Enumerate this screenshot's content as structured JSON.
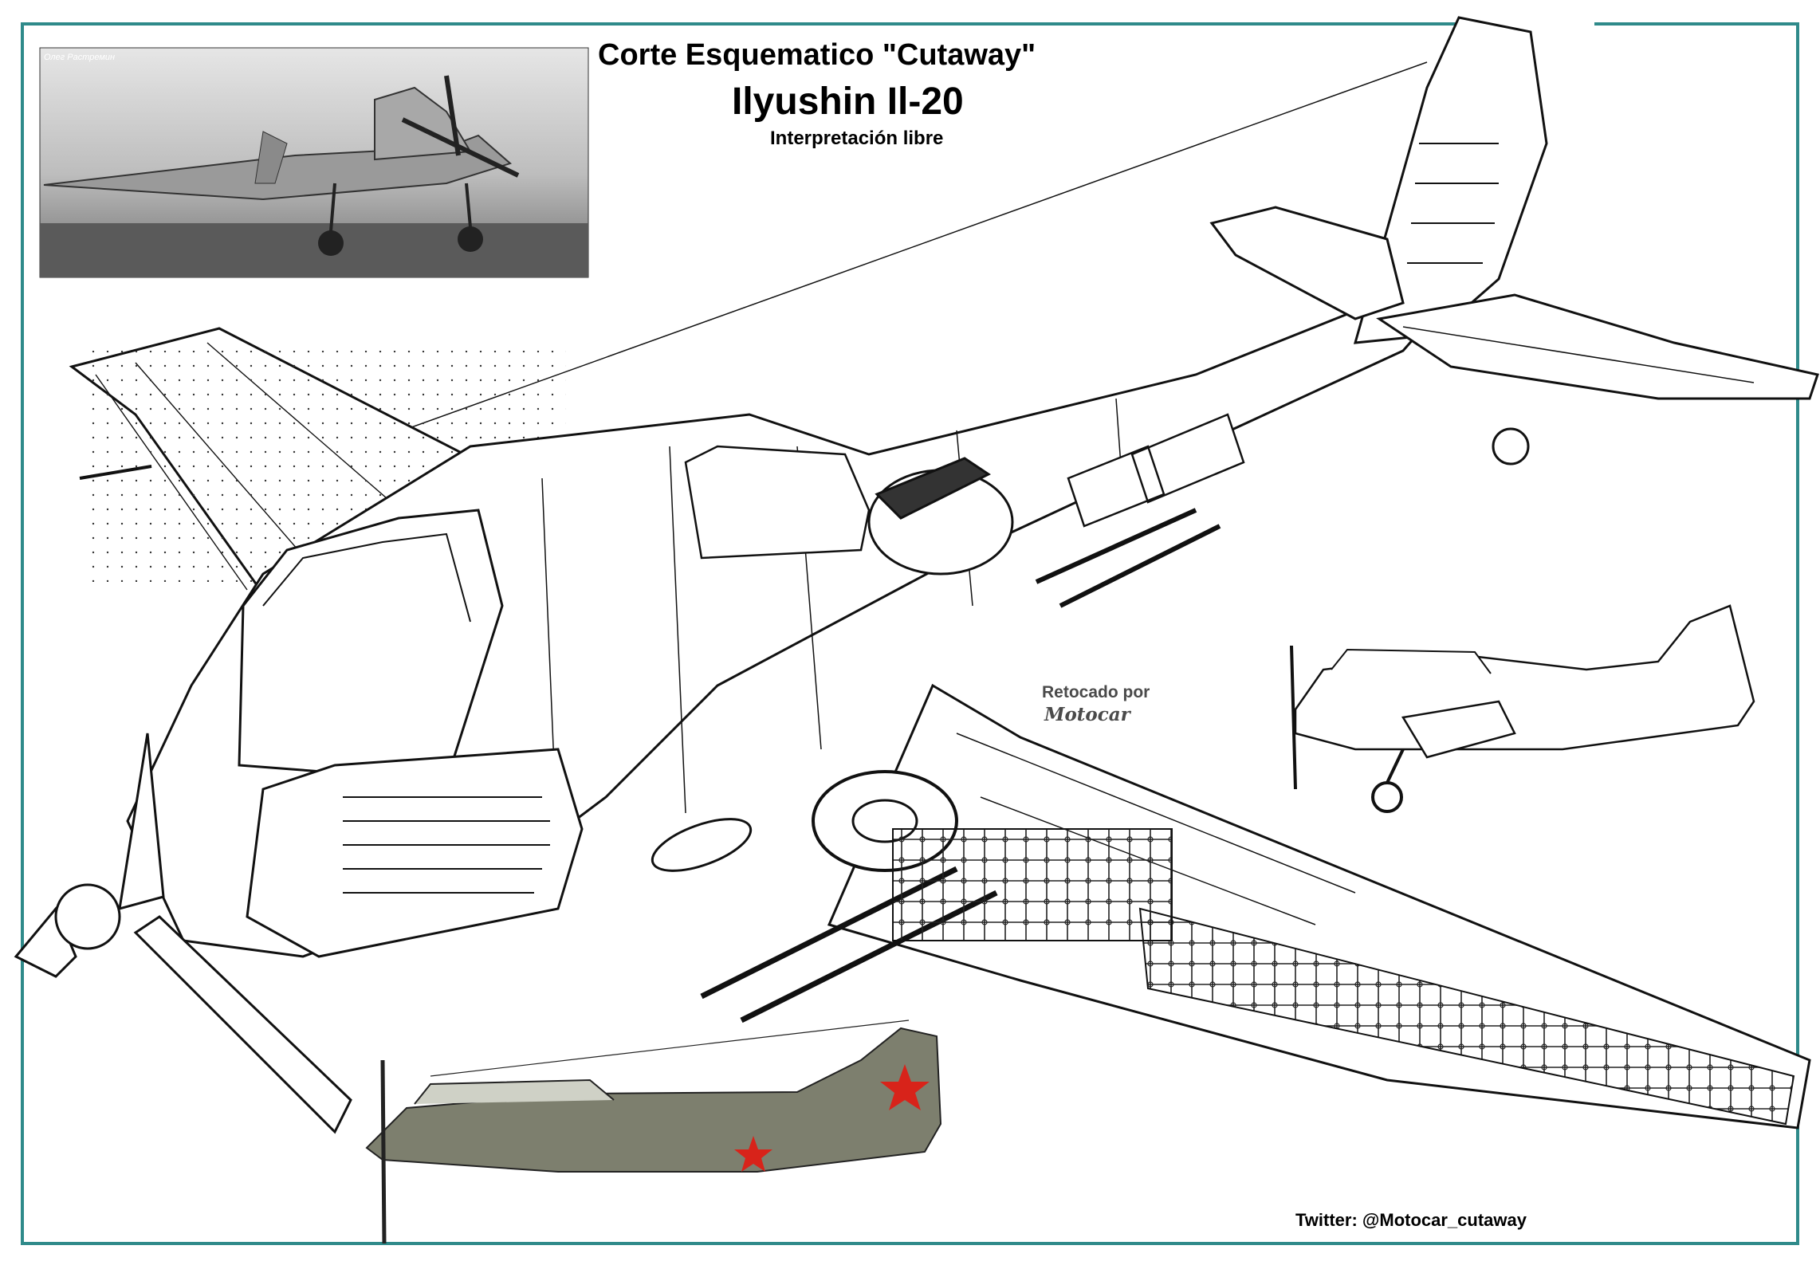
{
  "title": {
    "line1": "Corte Esquematico \"Cutaway\"",
    "line2": "Ilyushin Il-20",
    "line3": "Interpretación libre"
  },
  "photo": {
    "caption": "Олег Растремин"
  },
  "credits": {
    "retouched_by": "Retocado por",
    "retoucher": "Motocar",
    "twitter": "Twitter: @Motocar_cutaway"
  },
  "colors": {
    "frame": "#2f8a8a",
    "line": "#111111",
    "camo": "#7d7f6e",
    "star": "#d8231a"
  },
  "icons": [
    "red-star-icon"
  ]
}
